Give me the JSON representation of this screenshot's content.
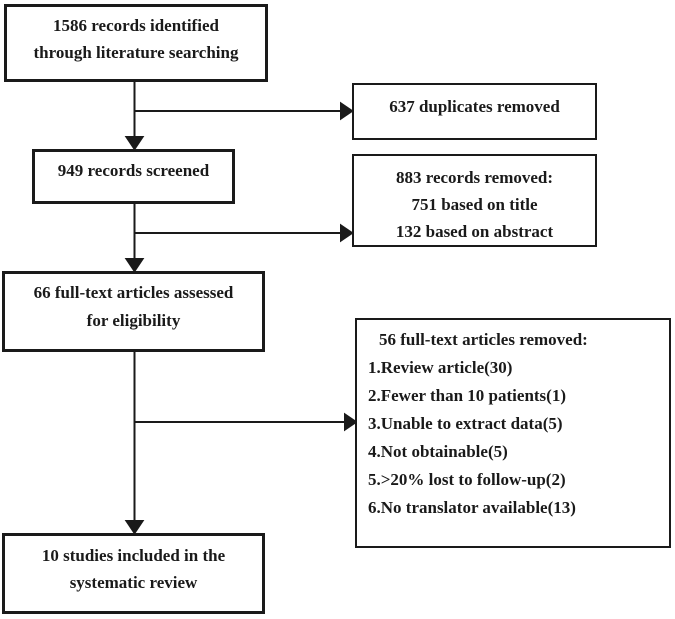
{
  "diagram": {
    "type": "prisma-flowchart",
    "ink_color": "#1a1a1a",
    "background_color": "#ffffff",
    "nodes": {
      "identified": {
        "line1": "1586 records identified",
        "line2": "through literature searching"
      },
      "duplicates_removed": {
        "line1": "637 duplicates removed"
      },
      "screened": {
        "line1": "949 records screened"
      },
      "records_removed": {
        "line1": "883 records removed:",
        "line2": "751 based on title",
        "line3": "132 based on abstract"
      },
      "fulltext_assessed": {
        "line1": "66 full-text articles assessed",
        "line2": "for eligibility"
      },
      "fulltext_removed": {
        "heading": "56 full-text articles removed:",
        "items": [
          "1.Review article(30)",
          "2.Fewer than 10 patients(1)",
          "3.Unable to extract data(5)",
          "4.Not obtainable(5)",
          "5.>20% lost to follow-up(2)",
          "6.No translator available(13)"
        ]
      },
      "included": {
        "line1": "10 studies included in the",
        "line2": "systematic review"
      }
    }
  }
}
